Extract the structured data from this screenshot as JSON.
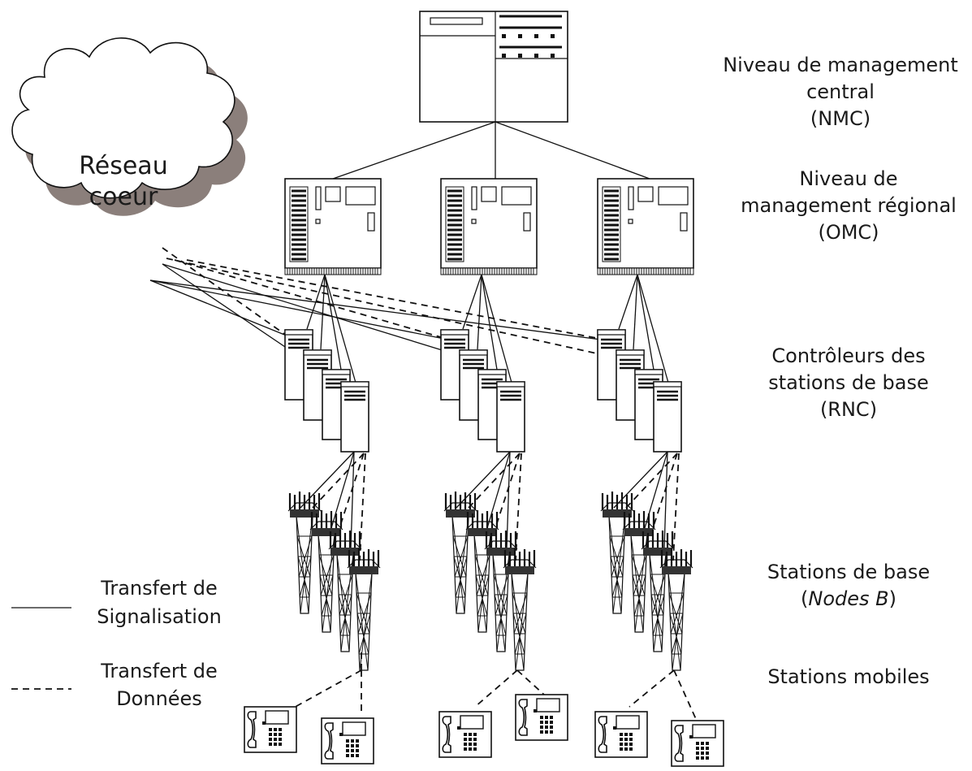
{
  "levels": {
    "nmc": [
      "Niveau de management",
      "central",
      "(NMC)"
    ],
    "omc": [
      "Niveau de",
      "management régional",
      "(OMC)"
    ],
    "rnc": [
      "Contrôleurs des",
      "stations de base",
      "(RNC)"
    ],
    "nodeb": {
      "line1": "Stations de base",
      "open": "(",
      "italic": "Nodes B",
      "close": ")"
    },
    "mobile": "Stations mobiles"
  },
  "cloud": {
    "line1": "Réseau",
    "line2": "coeur"
  },
  "legend": {
    "signal": [
      "Transfert de",
      "Signalisation"
    ],
    "data": [
      "Transfert de",
      "Données"
    ]
  }
}
